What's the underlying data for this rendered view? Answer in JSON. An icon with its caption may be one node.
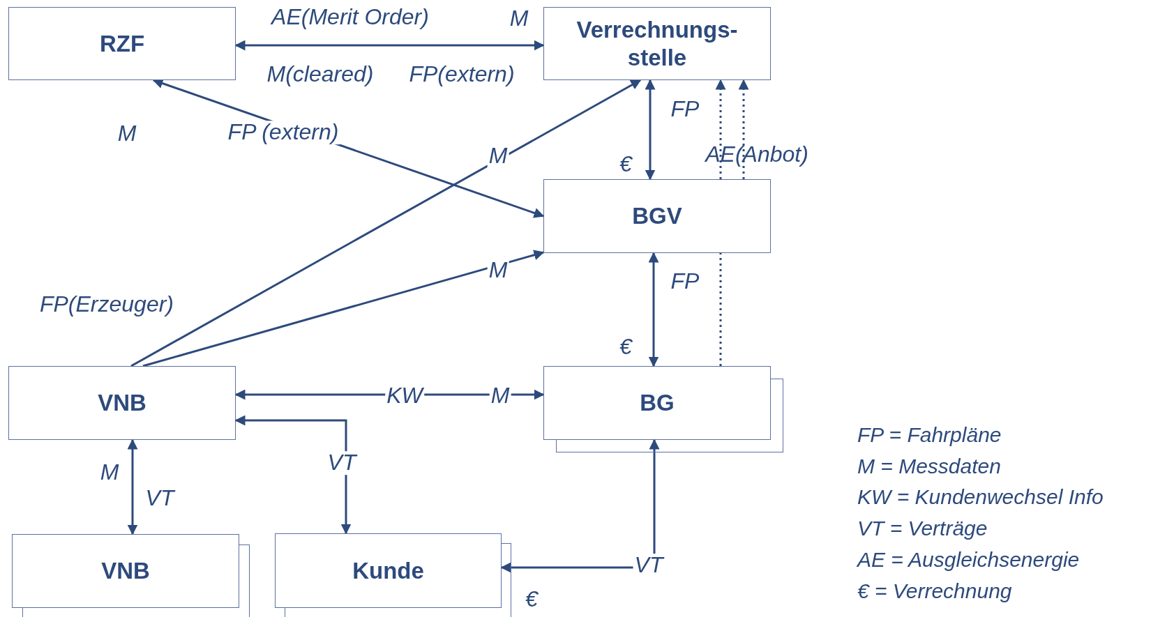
{
  "diagram": {
    "nodes": [
      {
        "text": [
          "RZF"
        ]
      },
      {
        "text": [
          "Verrechnungs- stelle"
        ]
      },
      {
        "text": [
          "BGV"
        ]
      },
      {
        "text": [
          "VNB"
        ]
      },
      {
        "text": [
          "BG"
        ]
      },
      {
        "text": [
          "VNB"
        ]
      },
      {
        "text": [
          "Kunde"
        ]
      }
    ],
    "edges": [
      {
        "from": 0,
        "to": 1,
        "arrow": "both"
      },
      {
        "from": 0,
        "to": 2,
        "arrow": "both",
        "label": "FP (extern)"
      },
      {
        "from": 3,
        "to": 1,
        "arrow": "to",
        "label": "M"
      },
      {
        "from": 3,
        "to": 2,
        "arrow": "to",
        "label": "M"
      },
      {
        "from": 1,
        "to": 2,
        "arrow": "both",
        "label": "FP"
      },
      {
        "from": 4,
        "to": 2,
        "arrow": "none",
        "style": "dashed"
      },
      {
        "from": 2,
        "to": 1,
        "arrow": "to",
        "style": "dashed"
      },
      {
        "from": 2,
        "to": 1,
        "arrow": "to",
        "style": "dashed"
      },
      {
        "from": 2,
        "to": 4,
        "arrow": "both",
        "label": "FP"
      },
      {
        "from": 3,
        "to": 4,
        "arrow": "both",
        "label": "KW"
      },
      {
        "from": 3,
        "to": 6,
        "arrow": "both",
        "label": "VT"
      },
      {
        "from": 3,
        "to": 5,
        "arrow": "both"
      },
      {
        "from": 4,
        "to": 6,
        "arrow": "both",
        "label": "VT"
      }
    ],
    "labels": [
      "AE(Merit Order)",
      "M",
      "M(cleared)",
      "FP(extern)",
      "M",
      "€",
      "AE(Anbot)",
      "FP(Erzeuger)",
      "€",
      "M",
      "M",
      "VT",
      "€"
    ],
    "legend": [
      {
        "text": "FP = Fahrpläne"
      },
      {
        "text": "M = Messdaten"
      },
      {
        "text": "KW = Kundenwechsel Info"
      },
      {
        "text": "VT = Verträge"
      },
      {
        "text": "AE = Ausgleichsenergie"
      },
      {
        "text": "€ = Verrechnung"
      }
    ]
  }
}
